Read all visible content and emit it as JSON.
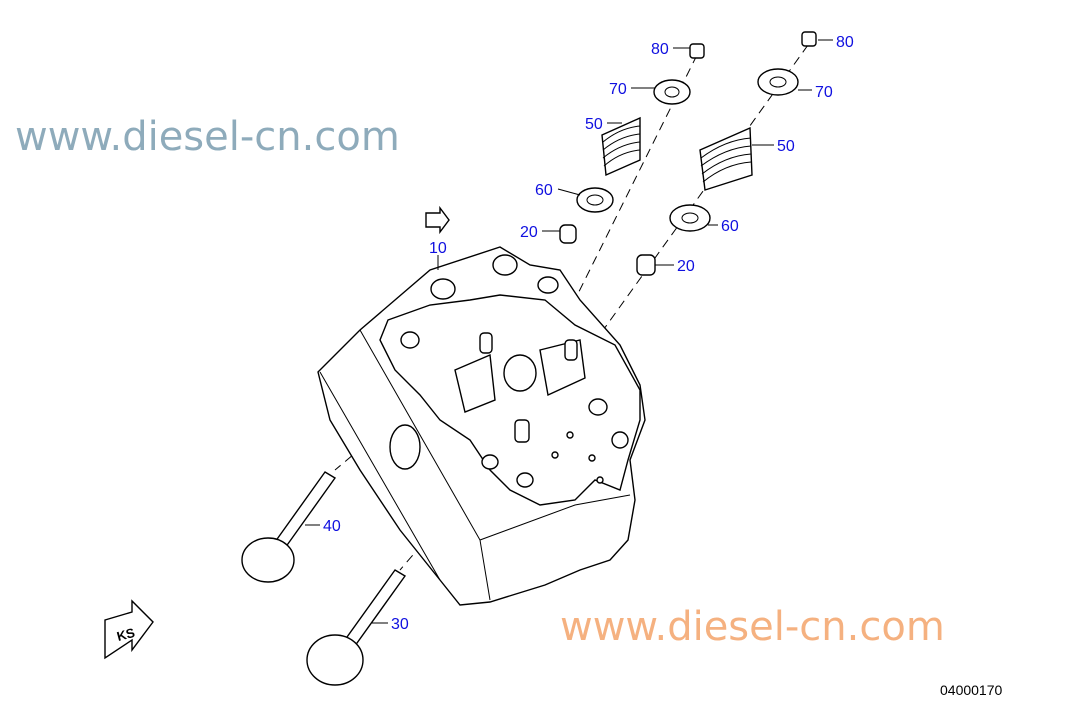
{
  "diagram": {
    "figure_number": "04000170",
    "watermarks": [
      "www.diesel-cn.com",
      "www.diesel-cn.com"
    ],
    "direction_marker": "KS",
    "label_color": "#1010e0",
    "callouts": {
      "p80_left": "80",
      "p80_right": "80",
      "p70_left": "70",
      "p70_right": "70",
      "p50_left": "50",
      "p50_right": "50",
      "p60_left": "60",
      "p60_right": "60",
      "p20_left": "20",
      "p20_right": "20",
      "p10": "10",
      "p40": "40",
      "p30": "30"
    }
  }
}
